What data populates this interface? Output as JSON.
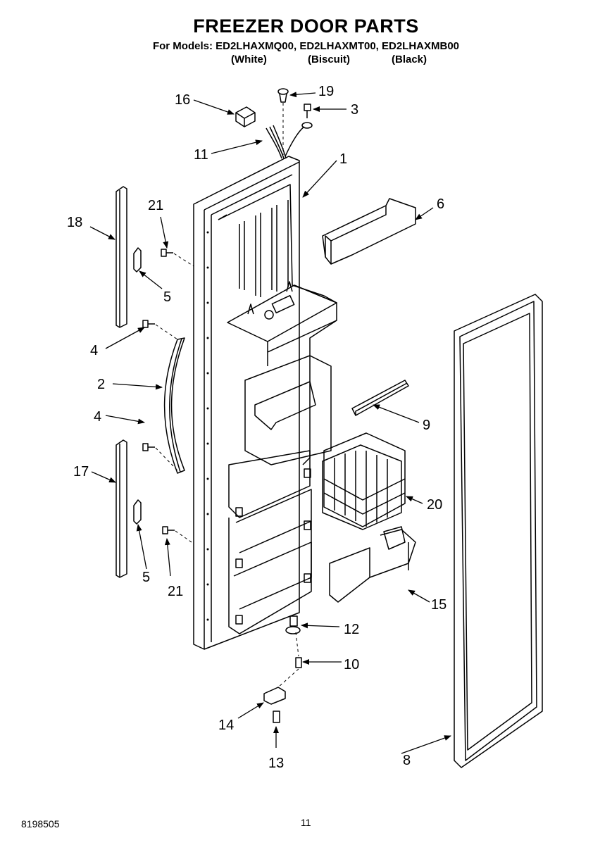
{
  "header": {
    "title": "FREEZER DOOR PARTS",
    "models_line": "For Models: ED2LHAXMQ00, ED2LHAXMT00, ED2LHAXMB00",
    "finishes": [
      "(White)",
      "(Biscuit)",
      "(Black)"
    ]
  },
  "callouts": {
    "c1": "1",
    "c2": "2",
    "c3": "3",
    "c4a": "4",
    "c4b": "4",
    "c5a": "5",
    "c5b": "5",
    "c6": "6",
    "c8": "8",
    "c9": "9",
    "c10": "10",
    "c11": "11",
    "c12": "12",
    "c13": "13",
    "c14": "14",
    "c15": "15",
    "c16": "16",
    "c17": "17",
    "c18": "18",
    "c19": "19",
    "c20": "20",
    "c21a": "21",
    "c21b": "21"
  },
  "footer": {
    "doc_number": "8198505",
    "page_number": "11"
  }
}
